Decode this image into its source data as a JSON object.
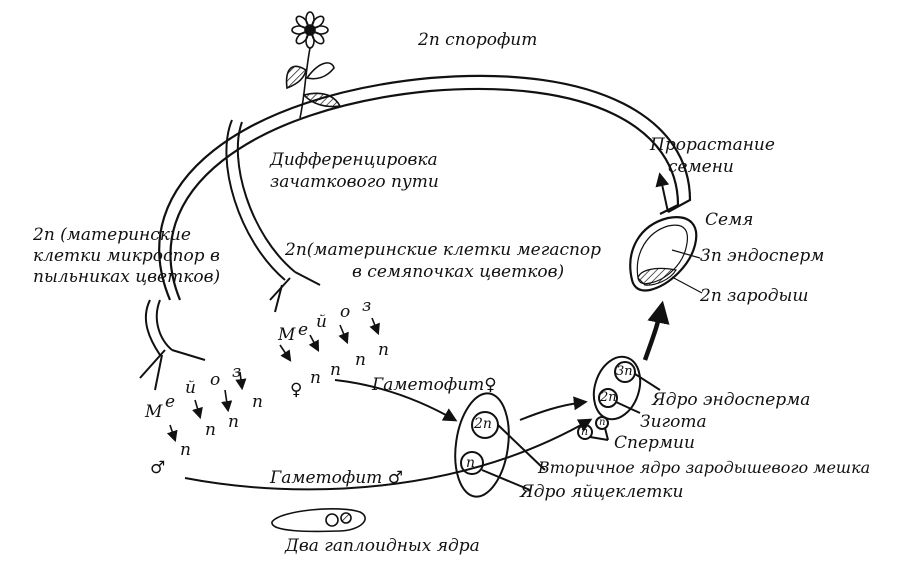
{
  "labels": {
    "sporophyte": "2n спорофит",
    "diff_1": "Дифференцировка",
    "diff_2": "зачаткового пути",
    "germ_1": "Прорастание",
    "germ_2": "семени",
    "micro_1": "2n (материнские",
    "micro_2": "клетки микроспор в",
    "micro_3": "пыльниках цветков)",
    "mega_1": "2n(материнские клетки мегаспор",
    "mega_2": "в семяпочках цветков)",
    "seed": "Семя",
    "endosperm_3n": "3n эндосперм",
    "embryo_2n": "2n зародыш",
    "gametophyte_f": "Гаметофит",
    "gametophyte_m": "Гаметофит",
    "endosperm_nucleus": "Ядро эндосперма",
    "zygote": "Зигота",
    "sperms": "Спермии",
    "secondary_nucleus": "Вторичное ядро зародышевого мешка",
    "egg_nucleus": "Ядро яйцеклетки",
    "two_nuclei": "Два гаплоидных ядра"
  },
  "meiosis_letters": [
    "М",
    "е",
    "й",
    "о",
    "з"
  ],
  "haploid_symbol": "n",
  "symbols": {
    "female": "♀",
    "male": "♂"
  },
  "cell_labels": {
    "c2n": "2n",
    "cn": "n",
    "c3n": "3n",
    "z2n": "2n"
  }
}
